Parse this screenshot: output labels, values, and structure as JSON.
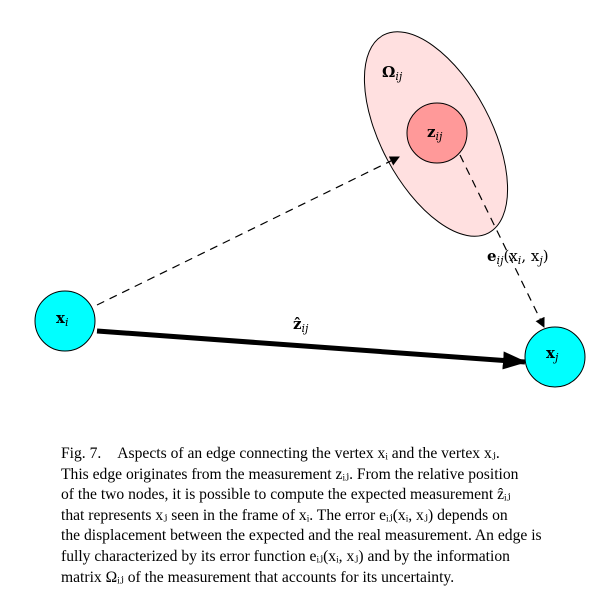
{
  "diagram": {
    "nodes": {
      "xi": {
        "label": "x",
        "sub": "i",
        "color": "#00ffff"
      },
      "xj": {
        "label": "x",
        "sub": "j",
        "color": "#00ffff"
      },
      "zij": {
        "label": "z",
        "sub": "ij",
        "color": "#ff9999"
      }
    },
    "omega": {
      "label": "Ω",
      "sub": "ij",
      "color": "#ffe0e0"
    },
    "edges": {
      "zhat": {
        "label": "ẑ",
        "sub": "ij"
      },
      "error": {
        "label": "e",
        "sub": "ij",
        "args": "(x",
        "args_i": "i",
        "comma": ", x",
        "args_j": "j",
        "close": ")"
      }
    }
  },
  "caption": {
    "fig_label": "Fig. 7.",
    "lines": [
      "Aspects of an edge connecting the vertex xᵢ and the vertex xⱼ.",
      "This edge originates from the measurement zᵢⱼ. From the relative position",
      "of the two nodes, it is possible to compute the expected measurement ẑᵢⱼ",
      "that represents xⱼ seen in the frame of xᵢ. The error eᵢⱼ(xᵢ, xⱼ) depends on",
      "the displacement between the expected and the real measurement. An edge is",
      "fully characterized by its error function eᵢⱼ(xᵢ, xⱼ) and by the information",
      "matrix Ωᵢⱼ of the measurement that accounts for its uncertainty."
    ]
  }
}
